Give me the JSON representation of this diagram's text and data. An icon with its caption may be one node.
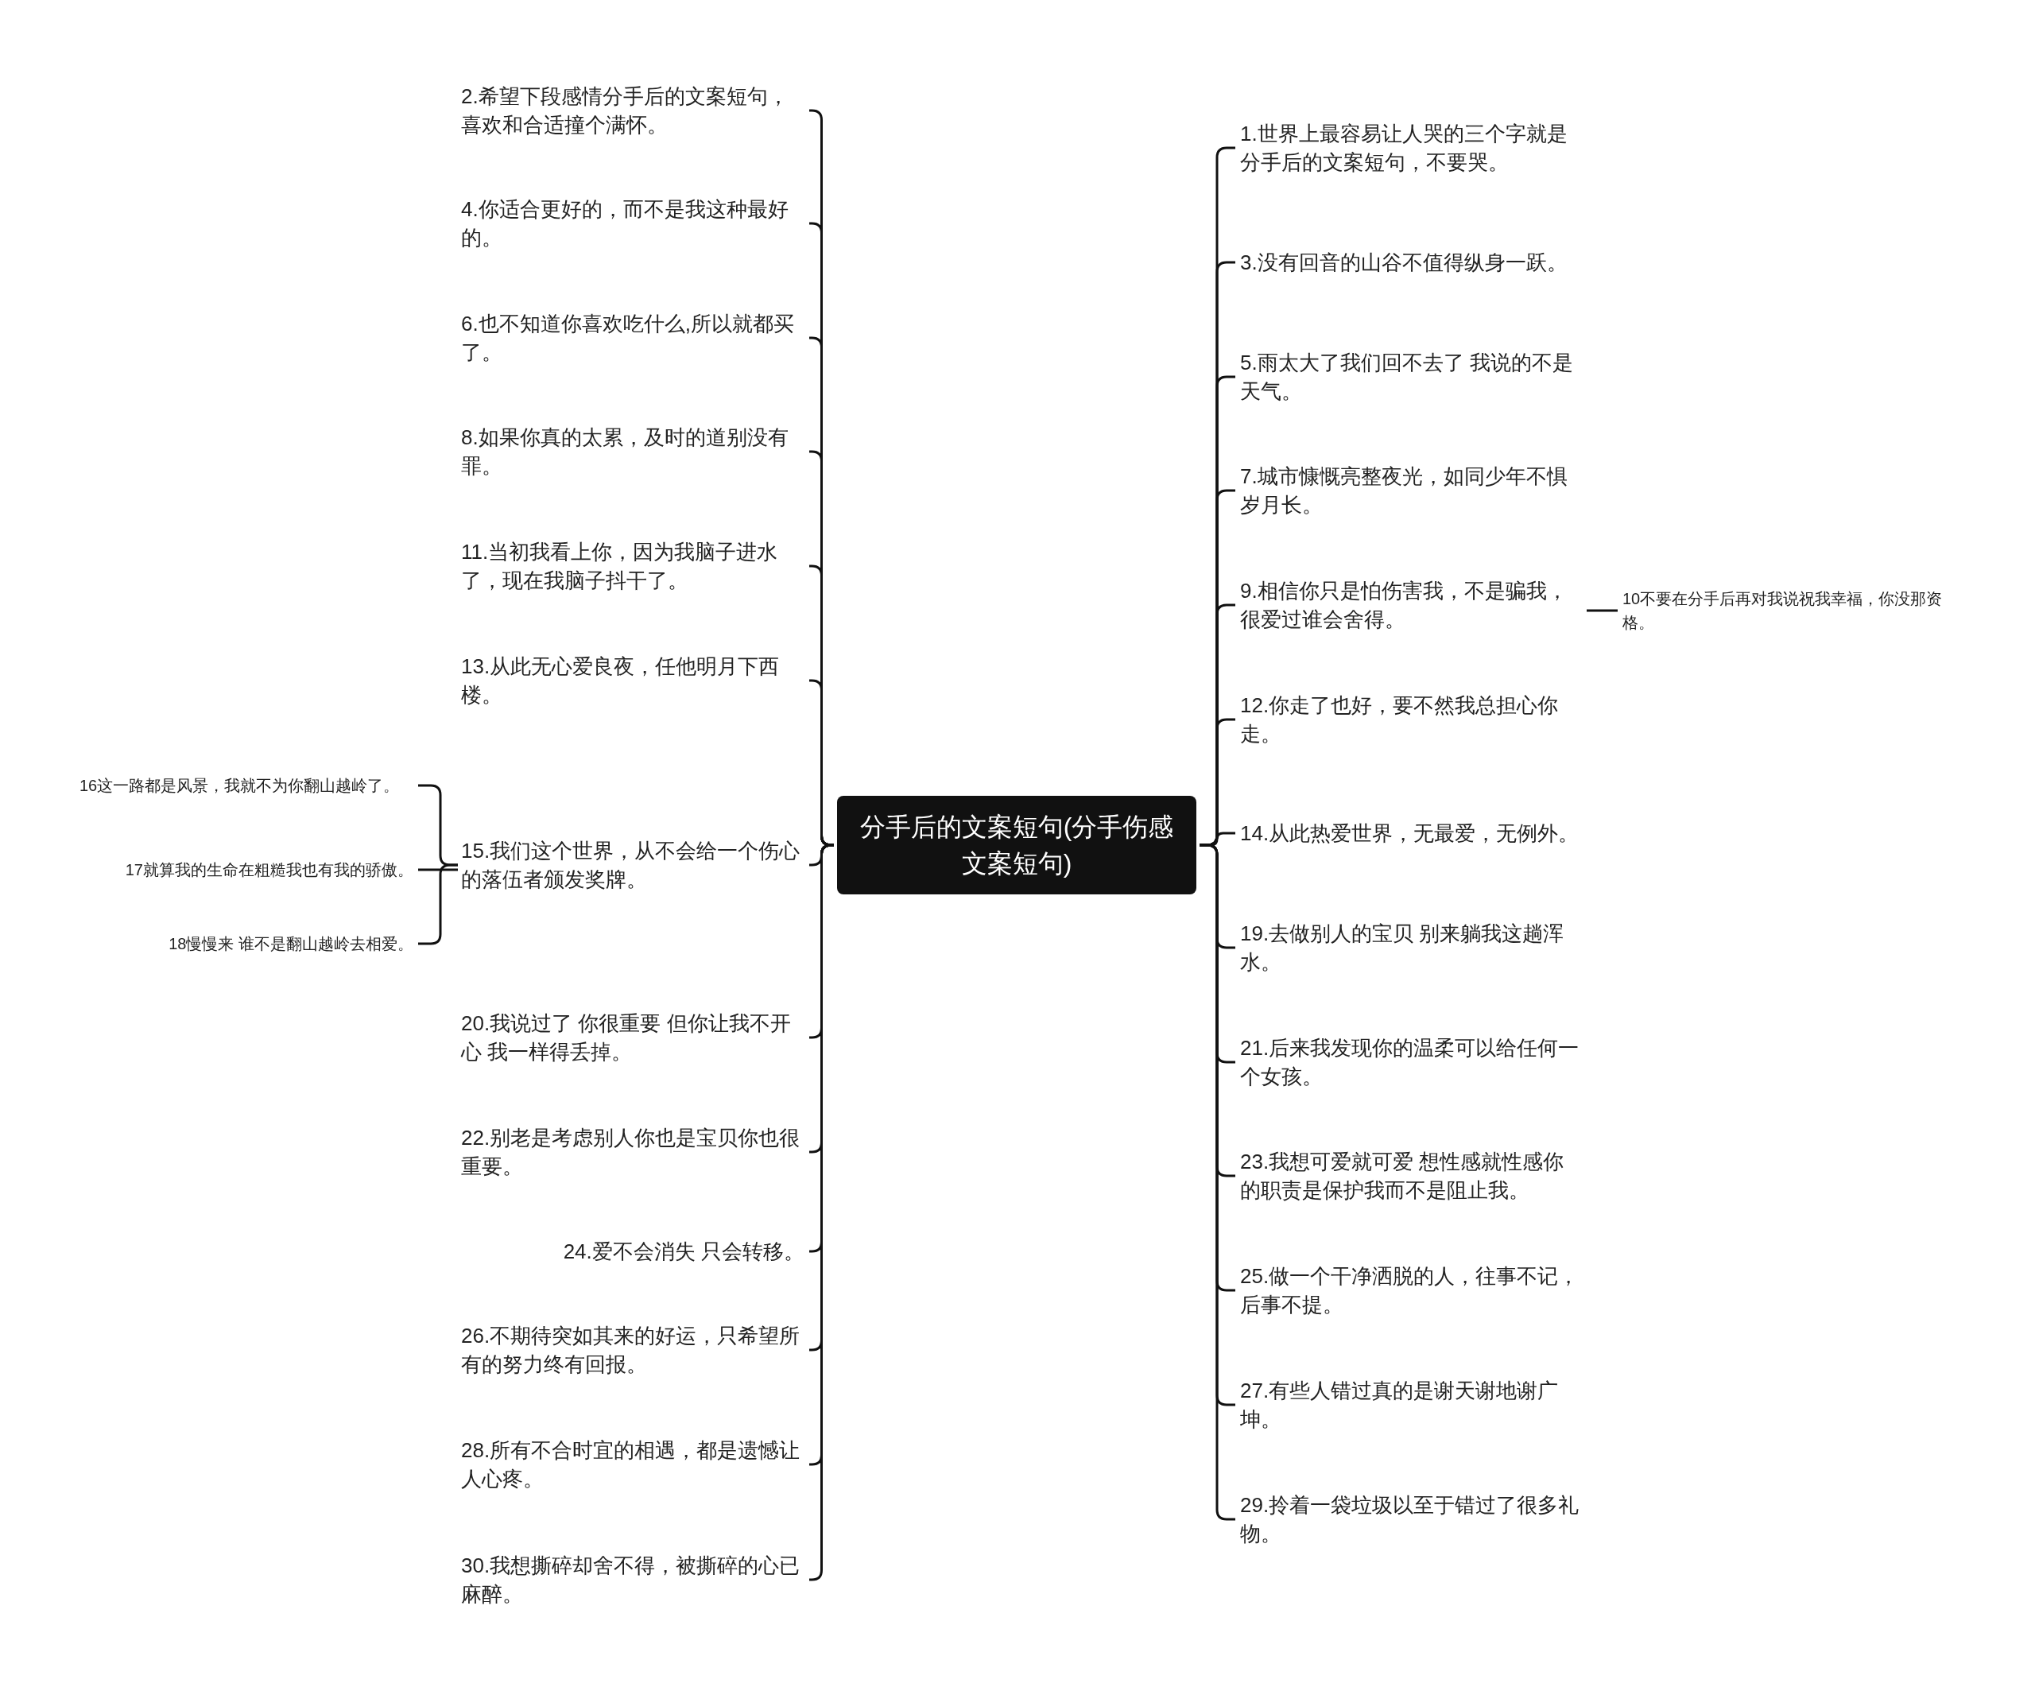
{
  "diagram": {
    "nodes": [
      {
        "text": [
          "分手后的文案短句(分手伤感文案短句)"
        ]
      },
      {
        "text": [
          "2.希望下段感情分手后的文案短句，喜欢和合适撞个满怀。"
        ]
      },
      {
        "text": [
          "4.你适合更好的，而不是我这种最好的。"
        ]
      },
      {
        "text": [
          "6.也不知道你喜欢吃什么,所以就都买了。"
        ]
      },
      {
        "text": [
          "8.如果你真的太累，及时的道别没有罪。"
        ]
      },
      {
        "text": [
          "11.当初我看上你，因为我脑子进水了，现在我脑子抖干了。"
        ]
      },
      {
        "text": [
          "13.从此无心爱良夜，任他明月下西楼。"
        ]
      },
      {
        "text": [
          "15.我们这个世界，从不会给一个伤心的落伍者颁发奖牌。"
        ]
      },
      {
        "text": [
          "16这一路都是风景，我就不为你翻山越岭了。"
        ]
      },
      {
        "text": [
          "17就算我的生命在粗糙我也有我的骄傲。"
        ]
      },
      {
        "text": [
          "18慢慢来 谁不是翻山越岭去相爱。"
        ]
      },
      {
        "text": [
          "20.我说过了 你很重要 但你让我不开心 我一样得丢掉。"
        ]
      },
      {
        "text": [
          "22.别老是考虑别人你也是宝贝你也很重要。"
        ]
      },
      {
        "text": [
          "24.爱不会消失 只会转移。"
        ]
      },
      {
        "text": [
          "26.不期待突如其来的好运，只希望所有的努力终有回报。"
        ]
      },
      {
        "text": [
          "28.所有不合时宜的相遇，都是遗憾让人心疼。"
        ]
      },
      {
        "text": [
          "30.我想撕碎却舍不得，被撕碎的心已麻醉。"
        ]
      },
      {
        "text": [
          "1.世界上最容易让人哭的三个字就是分手后的文案短句，不要哭。"
        ]
      },
      {
        "text": [
          "3.没有回音的山谷不值得纵身一跃。"
        ]
      },
      {
        "text": [
          "5.雨太大了我们回不去了 我说的不是天气。"
        ]
      },
      {
        "text": [
          "7.城市慷慨亮整夜光，如同少年不惧岁月长。"
        ]
      },
      {
        "text": [
          "9.相信你只是怕伤害我，不是骗我，很爱过谁会舍得。"
        ]
      },
      {
        "text": [
          "10不要在分手后再对我说祝我幸福，你没那资格。"
        ]
      },
      {
        "text": [
          "12.你走了也好，要不然我总担心你走。"
        ]
      },
      {
        "text": [
          "14.从此热爱世界，无最爱，无例外。"
        ]
      },
      {
        "text": [
          "19.去做别人的宝贝 别来躺我这趟浑水。"
        ]
      },
      {
        "text": [
          "21.后来我发现你的温柔可以给任何一个女孩。"
        ]
      },
      {
        "text": [
          "23.我想可爱就可爱 想性感就性感你的职责是保护我而不是阻止我。"
        ]
      },
      {
        "text": [
          "25.做一个干净洒脱的人，往事不记，后事不提。"
        ]
      },
      {
        "text": [
          "27.有些人错过真的是谢天谢地谢广坤。"
        ]
      },
      {
        "text": [
          "29.拎着一袋垃圾以至于错过了很多礼物。"
        ]
      }
    ],
    "edges": [
      {
        "from": 0,
        "to": 1,
        "arrow": "none"
      },
      {
        "from": 0,
        "to": 2,
        "arrow": "none"
      },
      {
        "from": 0,
        "to": 3,
        "arrow": "none"
      },
      {
        "from": 0,
        "to": 4,
        "arrow": "none"
      },
      {
        "from": 0,
        "to": 5,
        "arrow": "none"
      },
      {
        "from": 0,
        "to": 6,
        "arrow": "none"
      },
      {
        "from": 0,
        "to": 7,
        "arrow": "none"
      },
      {
        "from": 7,
        "to": 8,
        "arrow": "none"
      },
      {
        "from": 7,
        "to": 9,
        "arrow": "none"
      },
      {
        "from": 7,
        "to": 10,
        "arrow": "none"
      },
      {
        "from": 0,
        "to": 11,
        "arrow": "none"
      },
      {
        "from": 0,
        "to": 12,
        "arrow": "none"
      },
      {
        "from": 0,
        "to": 13,
        "arrow": "none"
      },
      {
        "from": 0,
        "to": 14,
        "arrow": "none"
      },
      {
        "from": 0,
        "to": 15,
        "arrow": "none"
      },
      {
        "from": 0,
        "to": 16,
        "arrow": "none"
      },
      {
        "from": 0,
        "to": 17,
        "arrow": "none"
      },
      {
        "from": 0,
        "to": 18,
        "arrow": "none"
      },
      {
        "from": 0,
        "to": 19,
        "arrow": "none"
      },
      {
        "from": 0,
        "to": 20,
        "arrow": "none"
      },
      {
        "from": 0,
        "to": 21,
        "arrow": "none"
      },
      {
        "from": 21,
        "to": 22,
        "arrow": "none"
      },
      {
        "from": 0,
        "to": 23,
        "arrow": "none"
      },
      {
        "from": 0,
        "to": 24,
        "arrow": "none"
      },
      {
        "from": 0,
        "to": 25,
        "arrow": "none"
      },
      {
        "from": 0,
        "to": 26,
        "arrow": "none"
      },
      {
        "from": 0,
        "to": 27,
        "arrow": "none"
      },
      {
        "from": 0,
        "to": 28,
        "arrow": "none"
      },
      {
        "from": 0,
        "to": 29,
        "arrow": "none"
      },
      {
        "from": 0,
        "to": 30,
        "arrow": "none"
      }
    ]
  }
}
